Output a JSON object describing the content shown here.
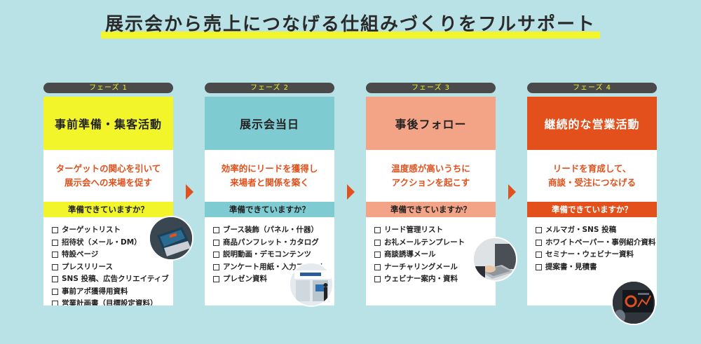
{
  "title": "展示会から売上につなげる仕組みづくりをフルサポート",
  "colors": {
    "background": "#b8e2e6",
    "highlight": "#f1f52a",
    "tab": "#4a4a4a",
    "accent": "#e0511d"
  },
  "phases": [
    {
      "tab": "フェーズ 1",
      "heading": "事前準備・集客活動",
      "head_color": "#f1f52a",
      "q_color": "#f1f52a",
      "desc_lines": [
        "ターゲットの関心を引いて",
        "展示会への来場を促す"
      ],
      "question": "準備できていますか？",
      "items": [
        "ターゲットリスト",
        "招待状（メール・DM）",
        "特設ページ",
        "プレスリリース",
        "SNS 投稿、広告クリエイティブ",
        "事前アポ獲得用資料",
        "営業計画書（目標設定資料）"
      ],
      "photo_icon": "brochure-photo-icon"
    },
    {
      "tab": "フェーズ 2",
      "heading": "展示会当日",
      "head_color": "#7ecbd1",
      "q_color": "#7ecbd1",
      "desc_lines": [
        "効率的にリードを獲得し",
        "来場者と関係を築く"
      ],
      "question": "準備できていますか？",
      "items": [
        "ブース装飾（パネル・什器）",
        "商品パンフレット・カタログ",
        "説明動画・デモコンテンツ",
        "アンケート用紙・入力フォーム",
        "プレゼン資料"
      ],
      "photo_icon": "exhibition-booth-photo-icon"
    },
    {
      "tab": "フェーズ 3",
      "heading": "事後フォロー",
      "head_color": "#f3a487",
      "q_color": "#f3a487",
      "desc_lines": [
        "温度感が高いうちに",
        "アクションを起こす"
      ],
      "question": "準備できていますか？",
      "items": [
        "リード管理リスト",
        "お礼メールテンプレート",
        "商談誘導メール",
        "ナーチャリングメール",
        "ウェビナー案内・資料"
      ],
      "photo_icon": "laptop-typing-photo-icon"
    },
    {
      "tab": "フェーズ 4",
      "heading": "継続的な営業活動",
      "head_color": "#e4501c",
      "q_color": "#e4501c",
      "desc_lines": [
        "リードを育成して、",
        "商談・受注につなげる"
      ],
      "question": "準備できていますか？",
      "items": [
        "メルマガ・SNS 投稿",
        "ホワイトペーパー・事例紹介資料",
        "セミナー・ウェビナー資料",
        "提案書・見積書"
      ],
      "photo_icon": "dashboard-tablet-photo-icon"
    }
  ]
}
